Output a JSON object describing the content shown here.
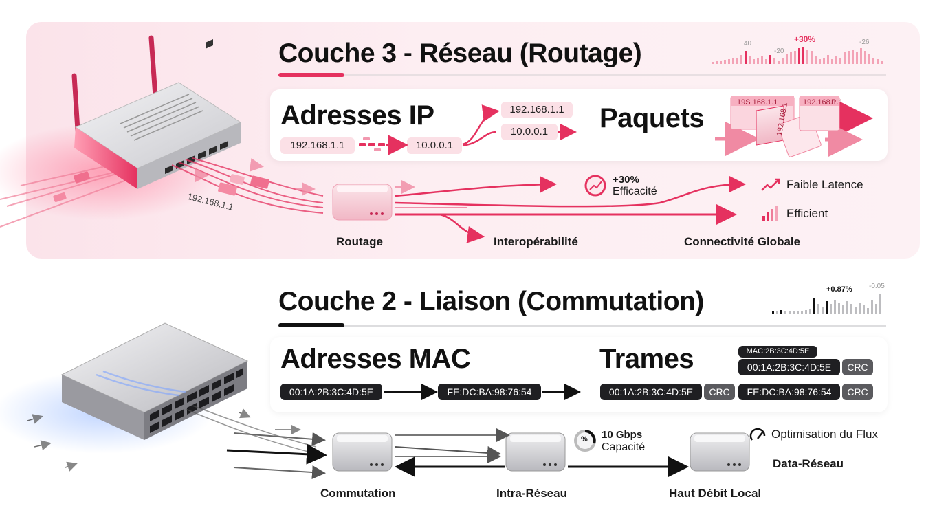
{
  "colors": {
    "accent_pink": "#e5315f",
    "accent_dark": "#111111",
    "panel_pink": "#fbe3ea",
    "panel_grey": "#ececee"
  },
  "layer3": {
    "title": "Couche 3 - Réseau (Routage)",
    "address_heading": "Adresses IP",
    "ip_source": "192.168.1.1",
    "ip_next_hop": "10.0.0.1",
    "ip_route_a": "192.168.1.1",
    "ip_route_b": "10.0.0.1",
    "unit_heading": "Paquets",
    "packet_labels": [
      "19S 168.1.1",
      "192.168.1",
      "IP",
      "192.168.1.1"
    ],
    "floating_ip": "192.168.1.1",
    "sparkline_labels": [
      "40",
      "-20",
      "+30%",
      "-26"
    ],
    "efficiency_value": "+30%",
    "efficiency_label": "Efficacité",
    "benefit_latency": "Faible Latence",
    "benefit_efficient": "Efficient",
    "caption_routing": "Routage",
    "caption_interop": "Interopérabilité",
    "caption_connectivity": "Connectivité Globale",
    "icons": [
      "router-icon",
      "trend-up-icon",
      "bars-icon",
      "gauge-icon"
    ]
  },
  "layer2": {
    "title": "Couche 2 - Liaison (Commutation)",
    "address_heading": "Adresses MAC",
    "mac_source": "00:1A:2B:3C:4D:5E",
    "mac_dest": "FE:DC:BA:98:76:54",
    "unit_heading": "Trames",
    "frame_tag": "MAC:2B:3C:4D:5E",
    "frame_mac_a": "00:1A:2B:3C:4D:5E",
    "frame_mac_b": "00:1A:2B:3C:4D:5E",
    "frame_mac_c": "FE:DC:BA:98:76:54",
    "crc_label": "CRC",
    "sparkline_labels": [
      "+0.87%",
      "-0.05"
    ],
    "capacity_value": "10 Gbps",
    "capacity_label": "Capacité",
    "capacity_icon_glyph": "%",
    "benefit_flow": "Optimisation du Flux",
    "benefit_data": "Data-Réseau",
    "caption_switching": "Commutation",
    "caption_intra": "Intra-Réseau",
    "caption_speed": "Haut Débit Local",
    "icons": [
      "switch-icon",
      "speedometer-icon",
      "percent-icon"
    ]
  }
}
